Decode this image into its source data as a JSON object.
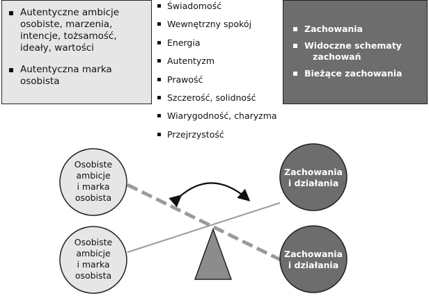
{
  "left_box": {
    "items": [
      "Autentyczne ambicje osobiste, marzenia, intencje, tożsamość, ideały, wartości",
      "Autentyczna marka osobista"
    ]
  },
  "middle_list": {
    "items": [
      "Świadomość",
      "Wewnętrzny spokój",
      "Energia",
      "Autentyzm",
      "Prawość",
      "Szczerość, solidność",
      "Wiarygodność, charyzma",
      "Przejrzystość"
    ]
  },
  "right_box": {
    "items": [
      {
        "line1": "Zachowania",
        "line2": ""
      },
      {
        "line1": "Widoczne schematy",
        "line2": "zachowań"
      },
      {
        "line1": "Bieżące zachowania",
        "line2": ""
      }
    ]
  },
  "circles": {
    "top_left": [
      "Osobiste",
      "ambicje",
      "i marka",
      "osobista"
    ],
    "bottom_left": [
      "Osobiste",
      "ambicje",
      "i marka",
      "osobista"
    ],
    "top_right": [
      "Zachowania",
      "i działania"
    ],
    "bottom_right": [
      "Zachowania",
      "i działania"
    ]
  },
  "colors": {
    "light_gray": "#e6e6e6",
    "dark_gray": "#6d6d6d",
    "dash_gray": "#9a9a9a",
    "triangle_gray": "#8c8c8c"
  }
}
